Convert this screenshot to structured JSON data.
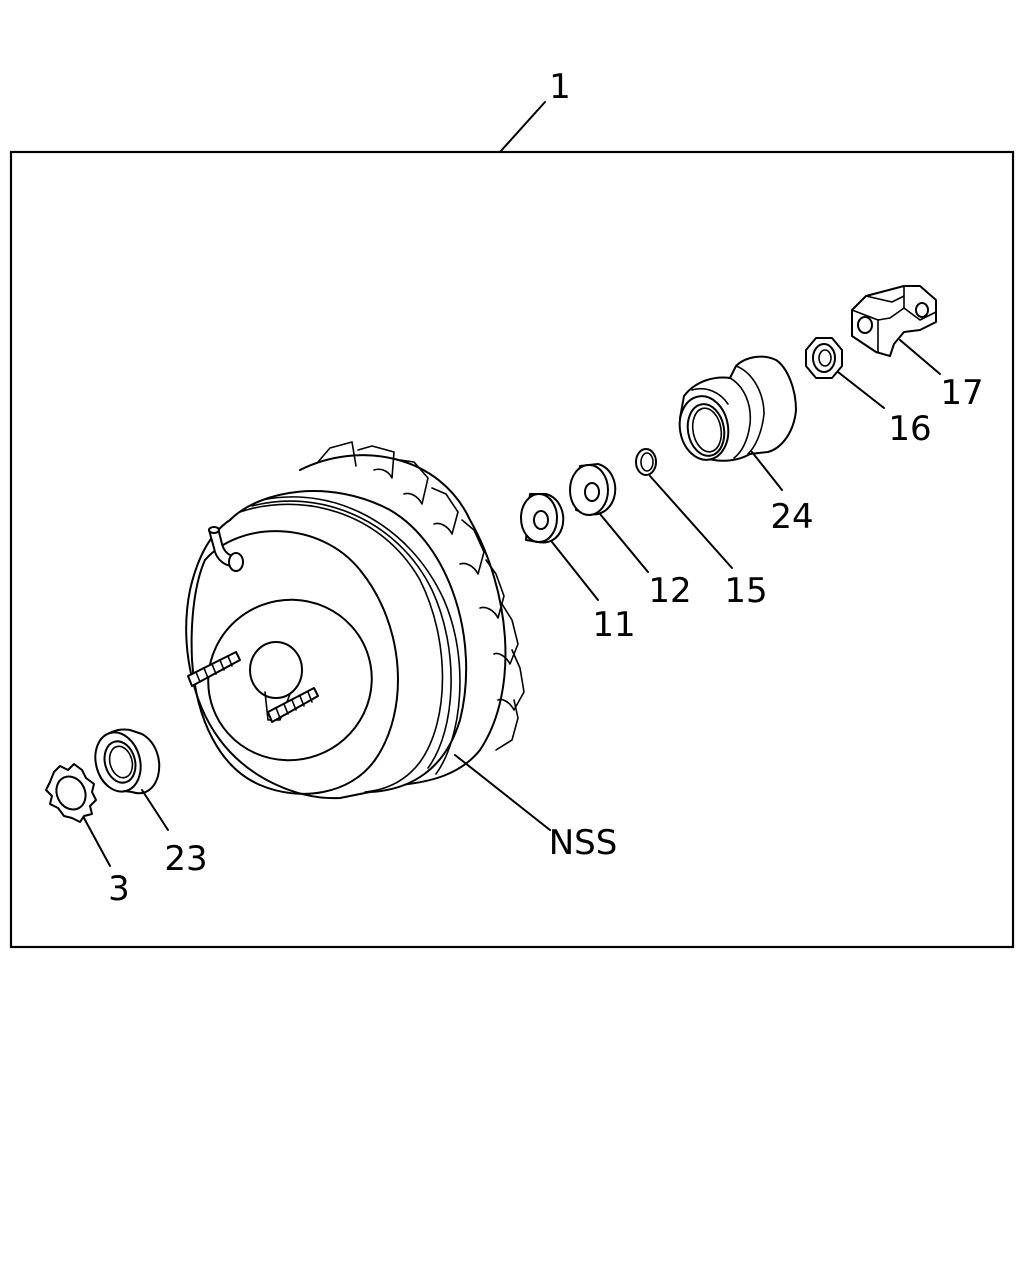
{
  "callouts": {
    "assembly": "1",
    "brake_booster": "NSS",
    "lock_washer": "3",
    "seal": "23",
    "spacer_a": "11",
    "spacer_b": "12",
    "o_ring": "15",
    "boot": "24",
    "nut": "16",
    "clevis": "17"
  }
}
